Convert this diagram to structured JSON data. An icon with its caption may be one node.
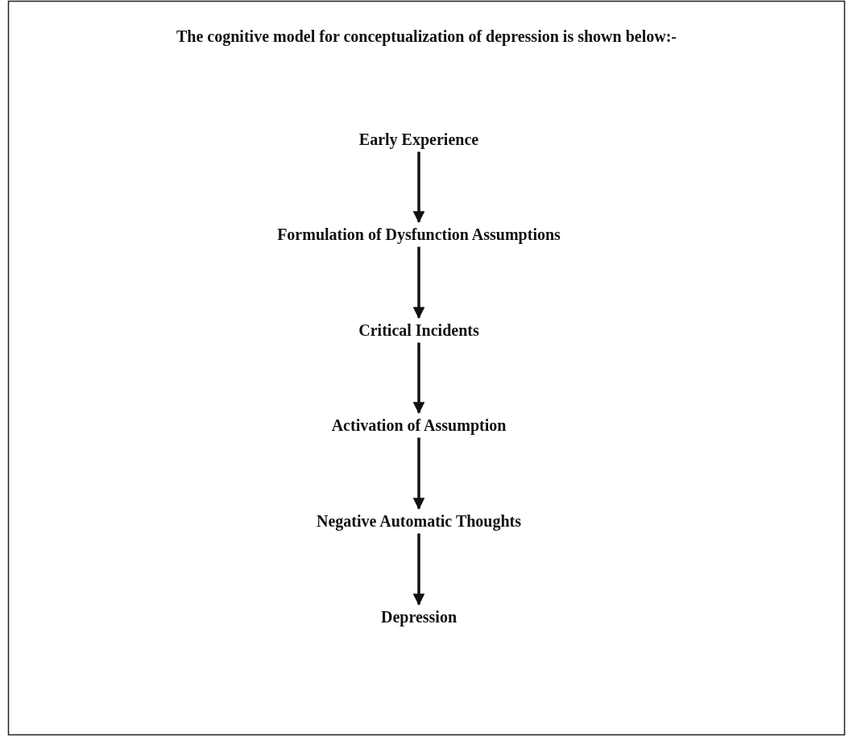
{
  "diagram": {
    "title": "The cognitive model for conceptualization of depression is shown below:-",
    "nodes": [
      {
        "text": [
          "Early Experience"
        ]
      },
      {
        "text": [
          "Formulation of Dysfunction Assumptions"
        ]
      },
      {
        "text": [
          "Critical Incidents"
        ]
      },
      {
        "text": [
          "Activation of Assumption"
        ]
      },
      {
        "text": [
          "Negative Automatic Thoughts"
        ]
      },
      {
        "text": [
          "Depression"
        ]
      }
    ],
    "edges": [
      {
        "from": 0,
        "to": 1,
        "arrow": "to"
      },
      {
        "from": 1,
        "to": 2,
        "arrow": "to"
      },
      {
        "from": 2,
        "to": 3,
        "arrow": "to"
      },
      {
        "from": 3,
        "to": 4,
        "arrow": "to"
      },
      {
        "from": 4,
        "to": 5,
        "arrow": "to"
      }
    ]
  }
}
